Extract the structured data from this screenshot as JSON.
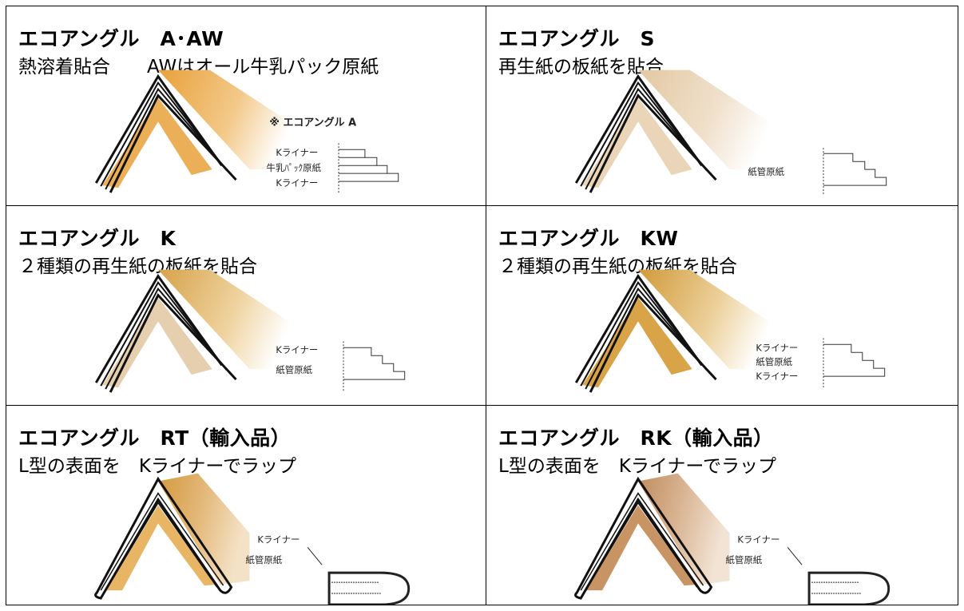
{
  "cells": [
    {
      "title": "エコアングル　A･AW",
      "subtitle": "熱溶着貼合　　AWはオール牛乳パック原紙",
      "note": "※ エコアングル A",
      "labels": [
        "Kライナー",
        "牛乳ﾊﾟｯｸ原紙",
        "Kライナー"
      ],
      "color": "#e8a13a"
    },
    {
      "title": "エコアングル　S",
      "subtitle": "再生紙の板紙を貼合",
      "labels": [
        "紙管原紙"
      ],
      "color": "#ead5b8"
    },
    {
      "title": "エコアングル　K",
      "subtitle": " ２種類の再生紙の板紙を貼合",
      "labels": [
        "Kライナー",
        "紙管原紙"
      ],
      "color": "#ddb472"
    },
    {
      "title": "エコアングル　KW",
      "subtitle": " ２種類の再生紙の板紙を貼合",
      "labels": [
        "Kライナー",
        "紙管原紙",
        "Kライナー"
      ],
      "color": "#d9a347"
    },
    {
      "title": "エコアングル　RT（輸入品）",
      "subtitle": "L型の表面を　Kライナーでラップ",
      "labels": [
        "Kライナー",
        "紙管原紙"
      ],
      "color": "#d9a24a"
    },
    {
      "title": "エコアングル　RK（輸入品）",
      "subtitle": "L型の表面を　Kライナーでラップ",
      "labels": [
        "Kライナー",
        "紙管原紙"
      ],
      "color": "#c99464"
    }
  ]
}
